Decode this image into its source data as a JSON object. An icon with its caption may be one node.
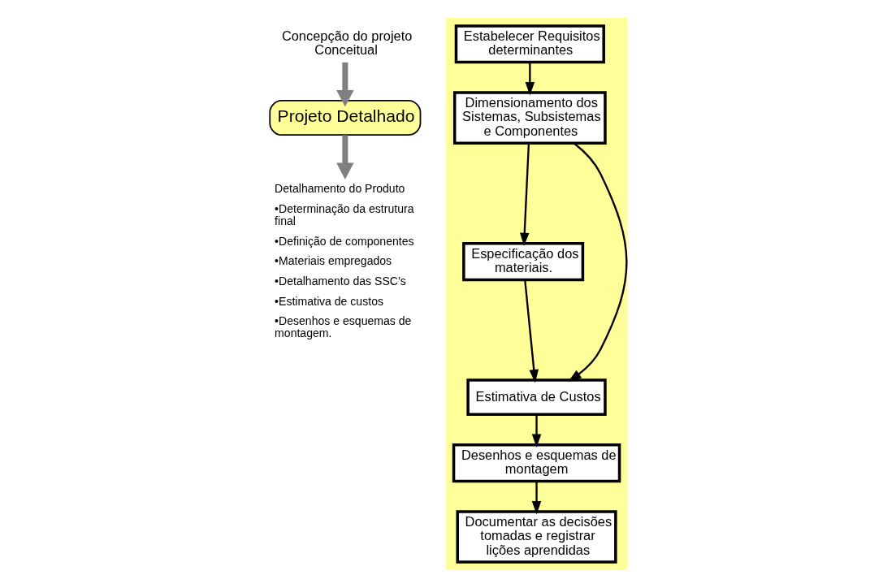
{
  "diagram": {
    "nodes": [
      {
        "text": [
          "Concepção do projeto Conceitual"
        ]
      },
      {
        "text": [
          "Projeto Detalhado"
        ]
      },
      {
        "text": [
          "Detalhamento do Produto",
          "•Determinação da estrutura final",
          "•Definição de componentes",
          "•Materiais empregados",
          "•Detalhamento das SSC’s",
          "•Estimativa de custos",
          "•Desenhos e esquemas de montagem."
        ]
      },
      {
        "text": [],
        "shape": "band"
      },
      {
        "text": [
          "Estabelecer Requisitos determinantes"
        ],
        "in": 3
      },
      {
        "text": [
          "Dimensionamento dos Sistemas, Subsistemas e Componentes"
        ],
        "in": 3
      },
      {
        "text": [
          "Especificação dos materiais."
        ],
        "in": 3
      },
      {
        "text": [
          "Estimativa de Custos"
        ],
        "in": 3
      },
      {
        "text": [
          "Desenhos e esquemas de montagem"
        ],
        "in": 3
      },
      {
        "text": [
          "Documentar as decisões tomadas e registrar lições aprendidas"
        ],
        "in": 3
      }
    ],
    "edges": [
      {
        "from": 0,
        "to": 1,
        "arrow": "to",
        "style": "thick",
        "color": "#808080"
      },
      {
        "from": 1,
        "to": 2,
        "arrow": "to",
        "style": "thick",
        "color": "#808080"
      },
      {
        "from": 4,
        "to": 5,
        "arrow": "to"
      },
      {
        "from": 5,
        "to": 6,
        "arrow": "to"
      },
      {
        "from": 5,
        "to": 7,
        "arrow": "to"
      },
      {
        "from": 6,
        "to": 7,
        "arrow": "to"
      },
      {
        "from": 7,
        "to": 8,
        "arrow": "to"
      },
      {
        "from": 8,
        "to": 9,
        "arrow": "to"
      }
    ]
  }
}
